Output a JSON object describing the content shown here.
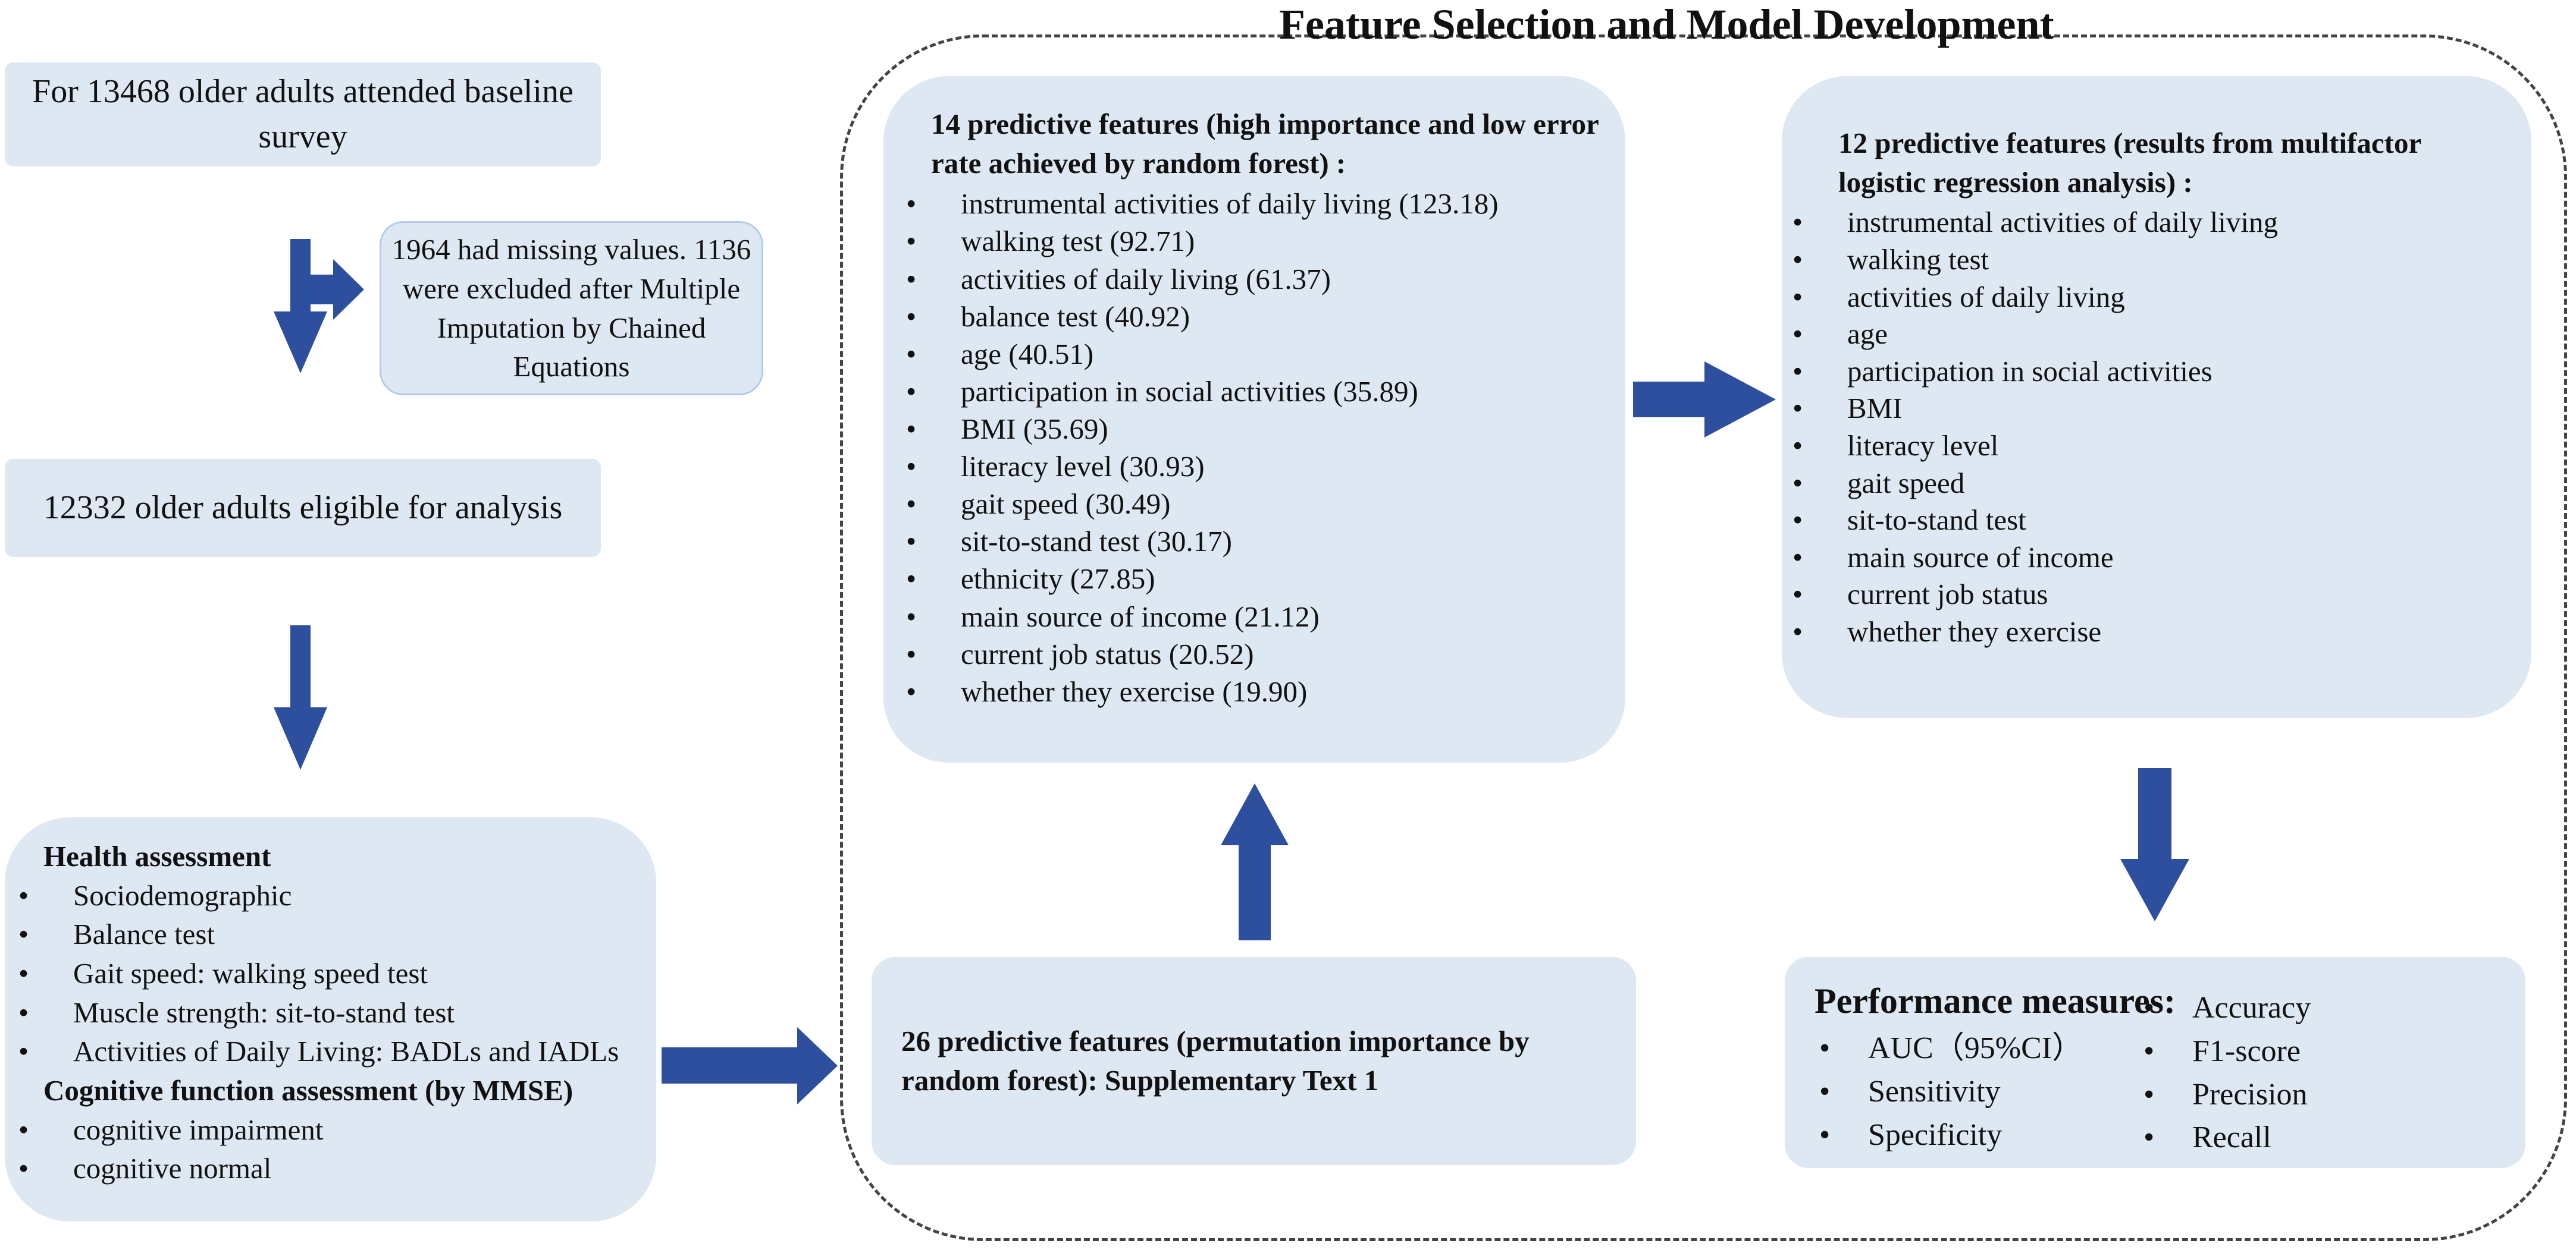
{
  "frame_title": "Feature Selection and Model Development",
  "baseline": {
    "text": "For 13468 older adults attended baseline survey"
  },
  "missing": {
    "text": "1964 had missing values. 1136 were excluded after Multiple Imputation by Chained Equations"
  },
  "eligible": {
    "text": "12332 older adults eligible for analysis"
  },
  "health": {
    "title": "Health assessment",
    "items": [
      "Sociodemographic",
      "Balance test",
      "Gait speed: walking speed test",
      "Muscle strength: sit-to-stand test",
      "Activities of Daily Living: BADLs and IADLs"
    ],
    "cog_title": "Cognitive function assessment (by MMSE)",
    "cog_items": [
      "cognitive impairment",
      "cognitive normal"
    ]
  },
  "features26": {
    "text": "26 predictive features (permutation importance by random forest):  Supplementary Text 1"
  },
  "features14": {
    "title": "14 predictive features (high importance and low error rate achieved by random forest) :",
    "items": [
      "instrumental activities of daily living (123.18)",
      "walking test (92.71)",
      "activities of daily living (61.37)",
      "balance test (40.92)",
      "age (40.51)",
      "participation in social activities (35.89)",
      "BMI (35.69)",
      "literacy level (30.93)",
      "gait speed (30.49)",
      "sit-to-stand test (30.17)",
      "ethnicity (27.85)",
      "main source of income (21.12)",
      "current job status (20.52)",
      "whether they exercise (19.90)"
    ]
  },
  "features12": {
    "title": "12 predictive features (results from  multifactor logistic regression analysis) :",
    "items": [
      "instrumental activities of daily living",
      "walking test",
      "activities of daily living",
      "age",
      "participation in social activities",
      "BMI",
      "literacy level",
      "gait speed",
      "sit-to-stand test",
      "main source of income",
      "current job status",
      "whether they exercise"
    ]
  },
  "performance": {
    "title": "Performance measures:",
    "left": [
      "AUC（95%CI）",
      "Sensitivity",
      "Specificity"
    ],
    "right": [
      "Accuracy",
      "F1-score",
      "Precision",
      "Recall"
    ]
  },
  "colors": {
    "box_fill": "#dde8f3",
    "arrow": "#2e4f9e",
    "box_border": "#b3cde8"
  }
}
